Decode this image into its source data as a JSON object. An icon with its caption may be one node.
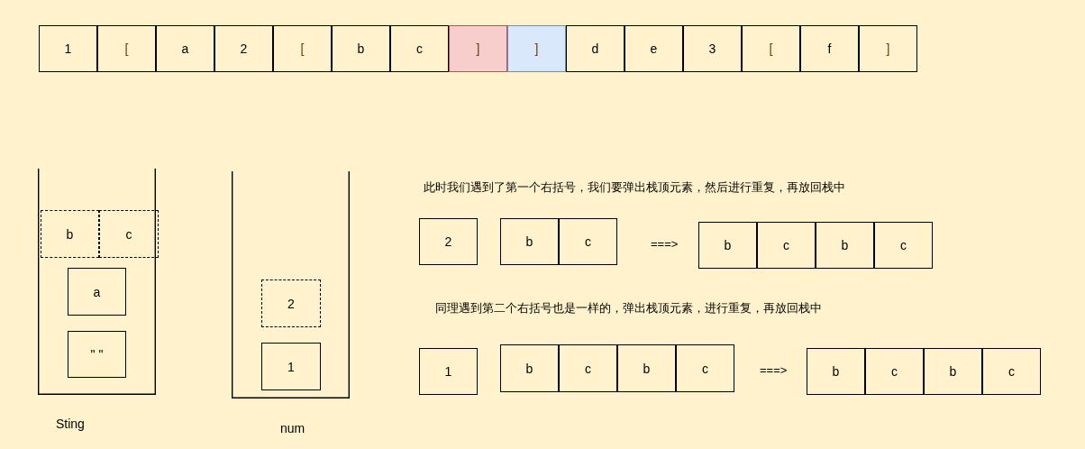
{
  "diagram": {
    "nodes": [
      {
        "text": [
          "1"
        ]
      },
      {
        "text": [
          "["
        ]
      },
      {
        "text": [
          "a"
        ]
      },
      {
        "text": [
          "2"
        ]
      },
      {
        "text": [
          "["
        ]
      },
      {
        "text": [
          "b"
        ]
      },
      {
        "text": [
          "c"
        ]
      },
      {
        "text": [
          "]"
        ]
      },
      {
        "text": [
          "]"
        ]
      },
      {
        "text": [
          "d"
        ]
      },
      {
        "text": [
          "e"
        ]
      },
      {
        "text": [
          "3"
        ]
      },
      {
        "text": [
          "["
        ]
      },
      {
        "text": [
          "f"
        ]
      },
      {
        "text": [
          "]"
        ]
      },
      {
        "text": [
          "Sting"
        ]
      },
      {
        "text": [
          "b"
        ],
        "in": 15
      },
      {
        "text": [
          "c"
        ],
        "in": 15
      },
      {
        "text": [
          "a"
        ],
        "in": 15
      },
      {
        "text": [
          "\" \""
        ],
        "in": 15
      },
      {
        "text": [
          "num"
        ]
      },
      {
        "text": [
          "2"
        ],
        "in": 20
      },
      {
        "text": [
          "1"
        ],
        "in": 20
      },
      {
        "text": [
          "2"
        ]
      },
      {
        "text": [
          "b"
        ]
      },
      {
        "text": [
          "c"
        ]
      },
      {
        "text": [
          "b"
        ]
      },
      {
        "text": [
          "c"
        ]
      },
      {
        "text": [
          "b"
        ]
      },
      {
        "text": [
          "c"
        ]
      },
      {
        "text": [
          "1"
        ]
      },
      {
        "text": [
          "b"
        ]
      },
      {
        "text": [
          "c"
        ]
      },
      {
        "text": [
          "b"
        ]
      },
      {
        "text": [
          "c"
        ]
      },
      {
        "text": [
          "b"
        ]
      },
      {
        "text": [
          "c"
        ]
      },
      {
        "text": [
          "b"
        ]
      },
      {
        "text": [
          "c"
        ]
      }
    ],
    "labels": [
      "此时我们遇到了第一个右括号，我们要弹出栈顶元素，然后进行重复，再放回栈中",
      "===>",
      "同理遇到第二个右括号也是一样的，弹出栈顶元素，进行重复，再放回栈中",
      "===>"
    ]
  }
}
